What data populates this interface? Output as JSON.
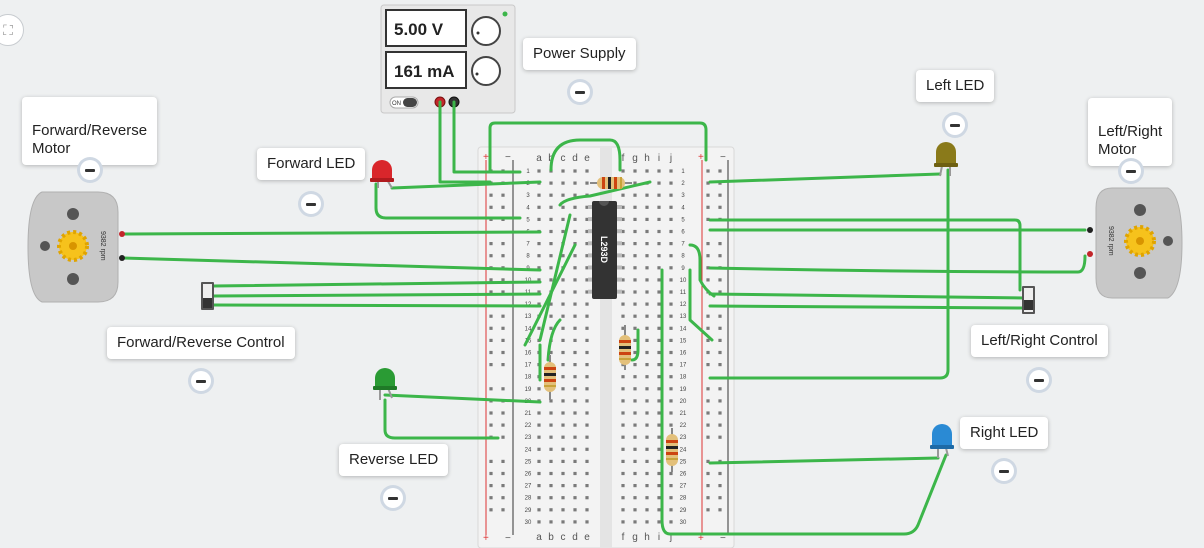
{
  "power_supply": {
    "voltage": "5.00 V",
    "current": "161 mA",
    "on_label": "ON"
  },
  "chip": {
    "label": "L293D"
  },
  "motors": {
    "rpm_label": "9382 rpm"
  },
  "breadboard": {
    "col_letters_left": [
      "a",
      "b",
      "c",
      "d",
      "e"
    ],
    "col_letters_right": [
      "f",
      "g",
      "h",
      "i",
      "j"
    ],
    "rows": 30
  },
  "notes": {
    "power_supply": "Power Supply",
    "forward_reverse_motor": "Forward/Reverse\nMotor",
    "forward_led": "Forward LED",
    "left_led": "Left LED",
    "left_right_motor": "Left/Right\nMotor",
    "forward_reverse_control": "Forward/Reverse Control",
    "left_right_control": "Left/Right Control",
    "reverse_led": "Reverse LED",
    "right_led": "Right LED"
  },
  "colors": {
    "wire": "#3cb64a",
    "background": "#eef0f1",
    "led_red": "#d9262b",
    "led_green": "#2a9b34",
    "led_blue": "#2a8ad4",
    "led_yellow": "#8a7a1a"
  }
}
